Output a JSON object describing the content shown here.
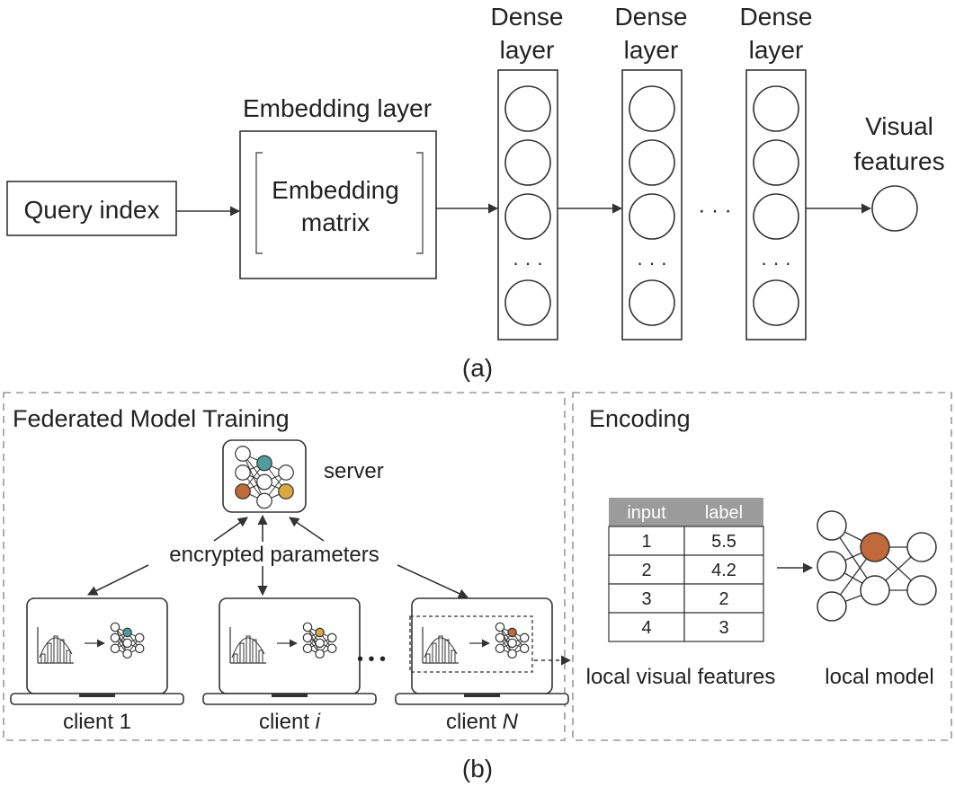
{
  "colors": {
    "teal": "#4f9c9a",
    "gold": "#d9a83f",
    "orange": "#c0693a",
    "stroke": "#333333",
    "dash": "#999999",
    "table_header": "#9b9b9b"
  },
  "part_a": {
    "query_index": "Query index",
    "embedding_layer_title": "Embedding layer",
    "embedding_matrix_line1": "Embedding",
    "embedding_matrix_line2": "matrix",
    "dense_title_line1": "Dense",
    "dense_title_line2": "layer",
    "dense_layers": [
      {
        "title1": "Dense",
        "title2": "layer"
      },
      {
        "title1": "Dense",
        "title2": "layer"
      },
      {
        "title1": "Dense",
        "title2": "layer"
      }
    ],
    "ellipsis": "· · ·",
    "visual_features_line1": "Visual",
    "visual_features_line2": "features",
    "caption": "(a)"
  },
  "part_b": {
    "left_title": "Federated Model Training",
    "right_title": "Encoding",
    "server_label": "server",
    "encrypted_label": "encrypted parameters",
    "clients": [
      {
        "label_prefix": "client ",
        "label_suffix": "1",
        "italic": false,
        "accent": "teal"
      },
      {
        "label_prefix": "client ",
        "label_suffix": "i",
        "italic": true,
        "accent": "gold"
      },
      {
        "label_prefix": "client ",
        "label_suffix": "N",
        "italic": true,
        "accent": "orange"
      }
    ],
    "ellipsis": "• • •",
    "table": {
      "headers": [
        "input",
        "label"
      ],
      "rows": [
        [
          "1",
          "5.5"
        ],
        [
          "2",
          "4.2"
        ],
        [
          "3",
          "2"
        ],
        [
          "4",
          "3"
        ]
      ]
    },
    "local_visual_features": "local visual features",
    "local_model": "local model",
    "caption": "(b)"
  }
}
